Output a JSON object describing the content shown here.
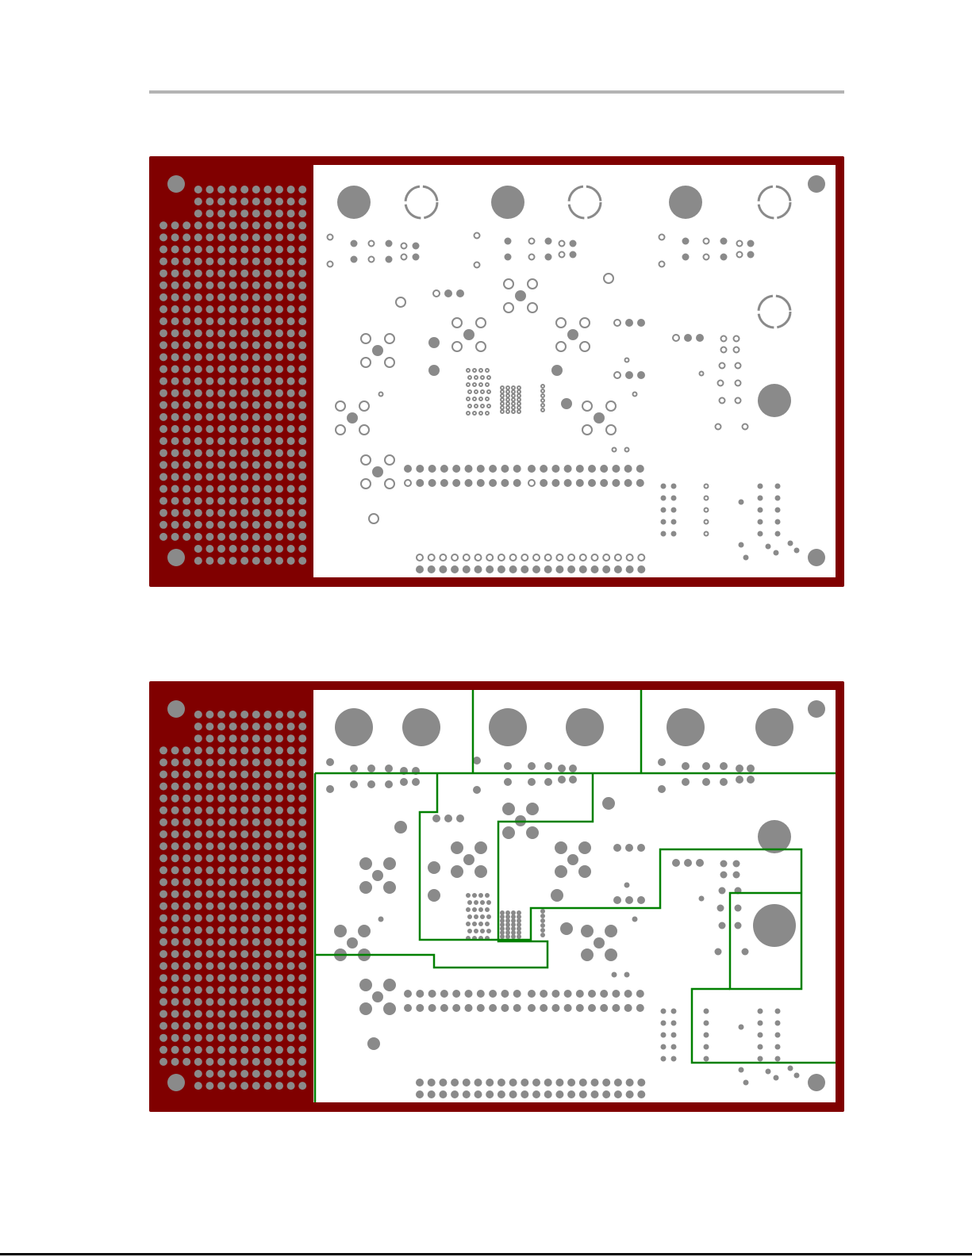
{
  "colors": {
    "board": "#800000",
    "cutout": "#ffffff",
    "pad": "#8a8a8a",
    "outline": "#008000",
    "header_rule": "#b4b4b4",
    "footer_rule": "#000000"
  },
  "boards": [
    {
      "id": "top",
      "layer": "pads-and-vias",
      "pads_style": "mixed-ring-and-filled"
    },
    {
      "id": "bottom",
      "layer": "pads-and-outlines",
      "pads_style": "filled-with-thermal-relief"
    }
  ]
}
